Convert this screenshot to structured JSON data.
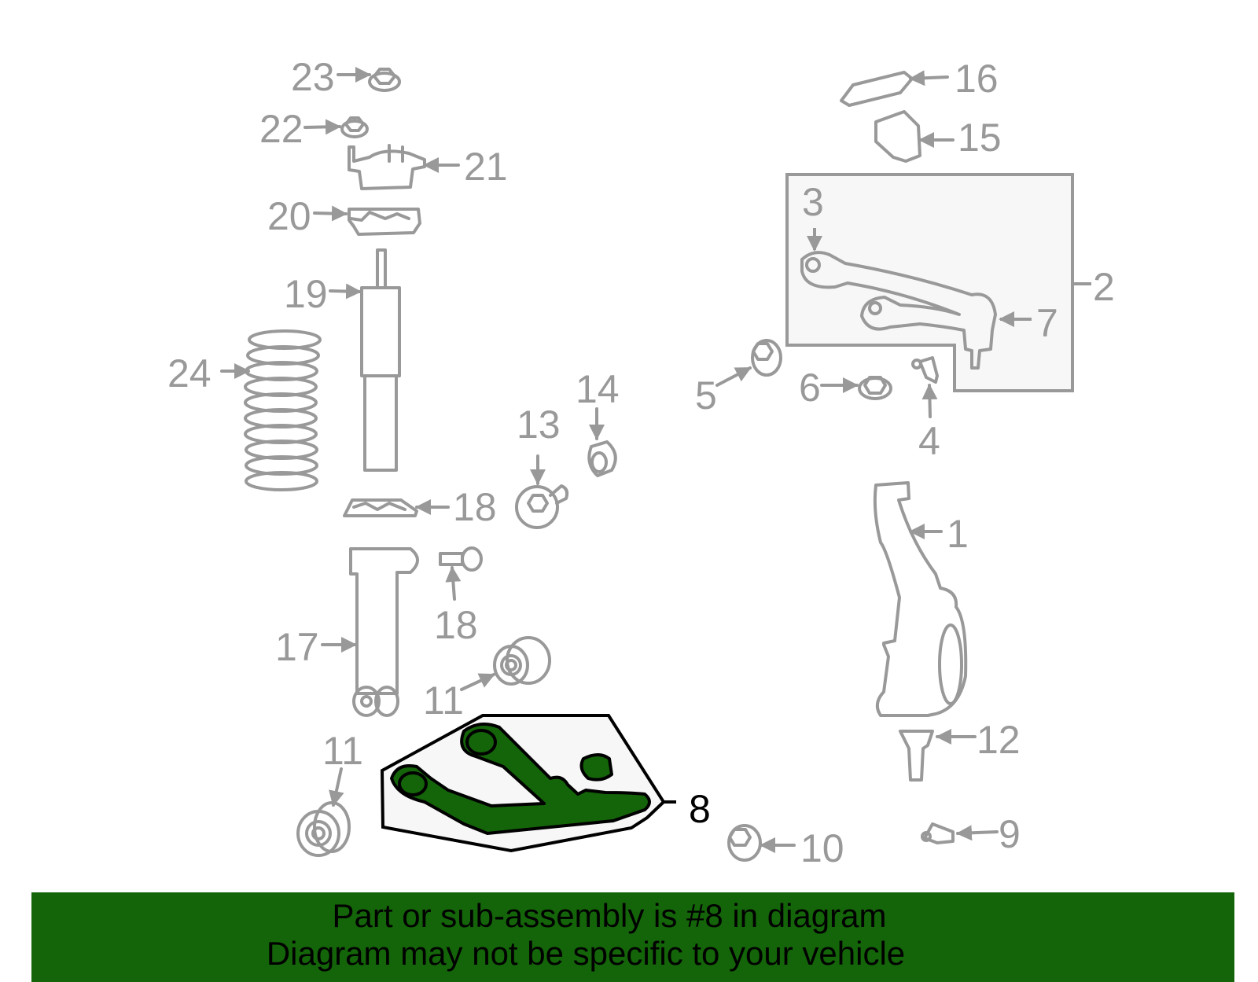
{
  "diagram": {
    "highlighted_part": "8",
    "colors": {
      "line_gray": "#999999",
      "highlight_green": "#146409",
      "box_fill": "#f7f7f7",
      "banner_bg": "#146409"
    },
    "labels": {
      "p1": "1",
      "p2": "2",
      "p3": "3",
      "p4": "4",
      "p5": "5",
      "p6": "6",
      "p7": "7",
      "p8": "8",
      "p9": "9",
      "p10": "10",
      "p11a": "11",
      "p11b": "11",
      "p12": "12",
      "p13": "13",
      "p14": "14",
      "p15": "15",
      "p16": "16",
      "p17": "17",
      "p18a": "18",
      "p18b": "18",
      "p19": "19",
      "p20": "20",
      "p21": "21",
      "p22": "22",
      "p23": "23",
      "p24": "24"
    }
  },
  "banner": {
    "line1": "Part or sub-assembly is #8 in diagram",
    "line2": "Diagram may not be specific to your vehicle"
  }
}
